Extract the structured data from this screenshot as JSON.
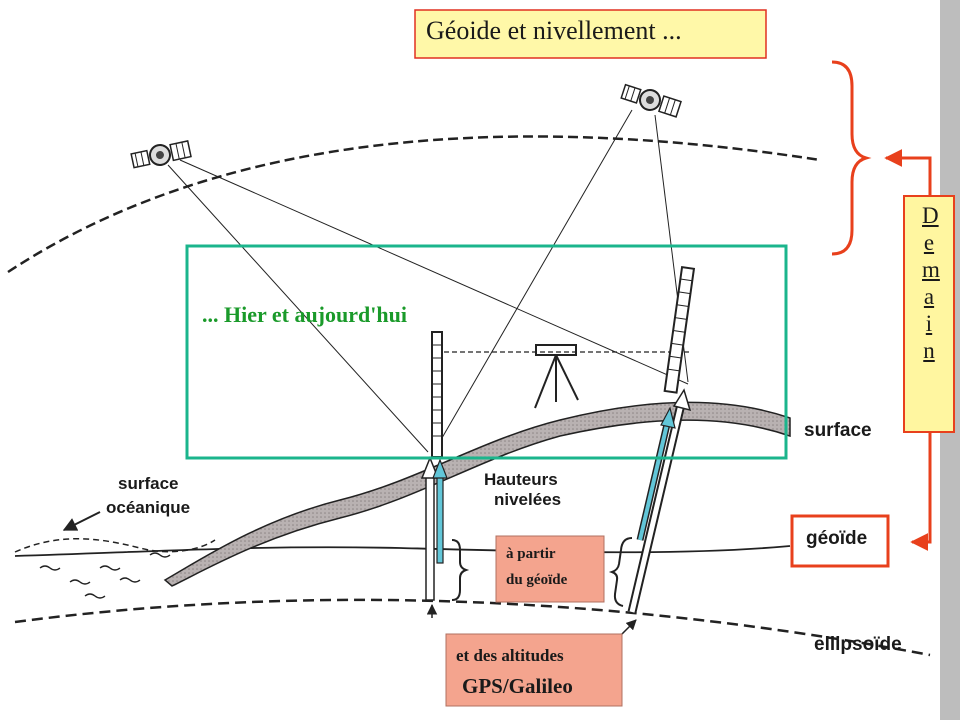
{
  "title": "Géoide  et  nivellement ...",
  "subtitle": "... Hier et aujourd'hui",
  "demain": "Demain",
  "labels": {
    "surface": "surface",
    "geoide": "géoïde",
    "ellipsoide": "ellipsoïde",
    "surface_oceanique_1": "surface",
    "surface_oceanique_2": "océanique",
    "hauteurs_1": "Hauteurs",
    "hauteurs_2": "nivelées",
    "a_partir_1": "à partir",
    "a_partir_2": "du géoïde",
    "altitudes_1": "et des altitudes",
    "altitudes_2": "GPS/Galileo"
  },
  "colors": {
    "title_box_fill": "#fff8a8",
    "title_box_border": "#e03020",
    "accent_red": "#e8401c",
    "green_frame": "#1bb58c",
    "green_text": "#1a9a2a",
    "pink_box": "#f4a48e",
    "yellow_box": "#fff6a0",
    "cyan_arrow": "#62c6d8"
  }
}
